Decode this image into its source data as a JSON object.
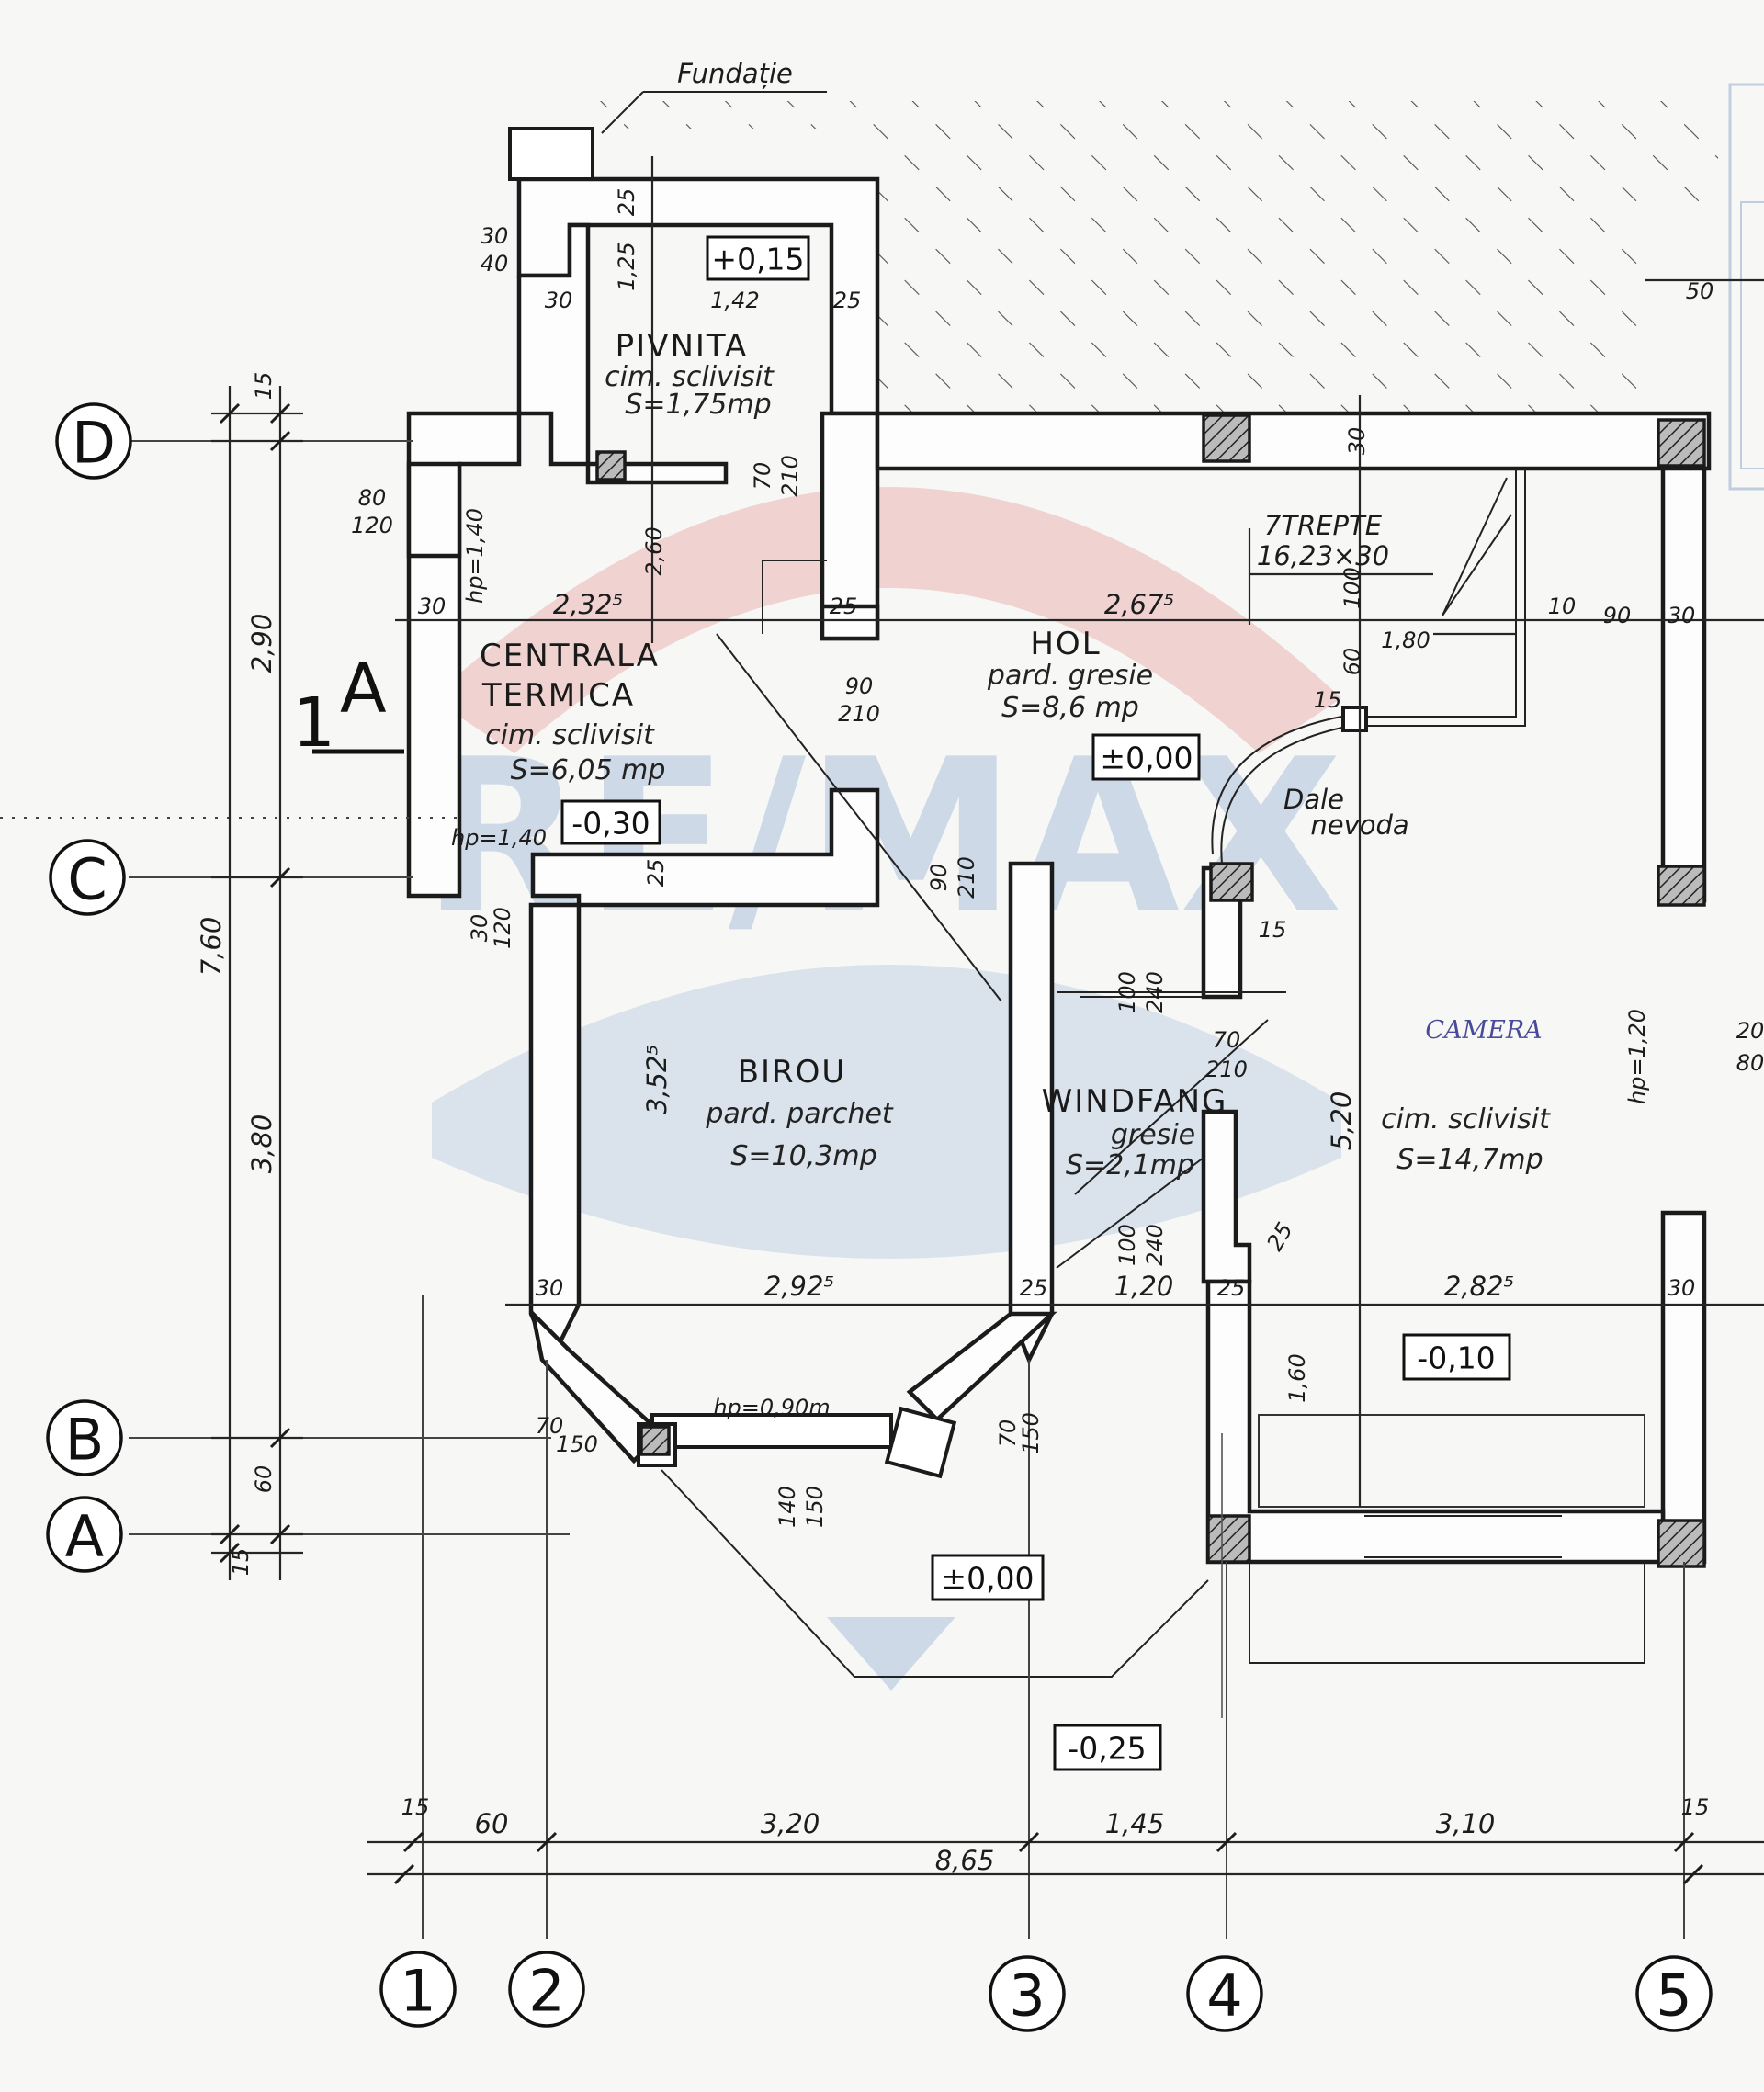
{
  "plan": {
    "title_label": "Fundație",
    "section_mark": "1A",
    "section_digit": "1",
    "section_letter": "A"
  },
  "watermark": {
    "text": "RE/MAX",
    "color_red": "#d9534f",
    "color_blue": "#3f6fb5"
  },
  "axes": {
    "rows": [
      "D",
      "C",
      "B",
      "A"
    ],
    "columns": [
      "1",
      "2",
      "3",
      "4",
      "5"
    ]
  },
  "rooms": [
    {
      "id": "pivnita",
      "name": "PIVNITA",
      "finish": "cim. sclivisit",
      "area": "S=1,75mp"
    },
    {
      "id": "centrala",
      "name_line1": "CENTRALA",
      "name_line2": "TERMICA",
      "finish": "cim. sclivisit",
      "area": "S=6,05 mp"
    },
    {
      "id": "hol",
      "name": "HOL",
      "finish": "pard. gresie",
      "area": "S=8,6 mp"
    },
    {
      "id": "birou",
      "name": "BIROU",
      "finish": "pard. parchet",
      "area": "S=10,3mp"
    },
    {
      "id": "windfang",
      "name": "WINDFANG",
      "finish": "gresie",
      "area": "S=2,1mp"
    },
    {
      "id": "camera",
      "name": "CAMERA",
      "finish": "cim. sclivisit",
      "area": "S=14,7mp"
    }
  ],
  "levels": [
    "+0,15",
    "-0,30",
    "±0,00",
    "-0,10",
    "±0,00",
    "-0,25"
  ],
  "notes": {
    "stairs_line1": "7TREPTE",
    "stairs_line2": "16,23×30",
    "dale": "Dale",
    "nevoda": "nevoda",
    "hp_090": "hp=0,90m",
    "hp_140a": "hp=1,40",
    "hp_140b": "hp=1,40",
    "hp_120": "hp=1,20"
  },
  "dims_vertical_left": [
    "15",
    "2,90",
    "7,60",
    "3,80",
    "60",
    "15"
  ],
  "dims_bottom": [
    "15",
    "60",
    "3,20",
    "1,45",
    "3,10",
    "15",
    "8,65"
  ],
  "dims_inner": {
    "d25_top": "25",
    "d125": "1,25",
    "d30a": "30",
    "d142": "1,42",
    "d25b": "25",
    "d50": "50",
    "d30_40_n": "30",
    "d30_40_d": "40",
    "d80_120_n": "80",
    "d80_120_d": "120",
    "d30c": "30",
    "d232": "2,32⁵",
    "d260": "2,60",
    "d25c": "25",
    "d267": "2,67⁵",
    "d70_210_n": "70",
    "d70_210_d": "210",
    "d90_210_n": "90",
    "d90_210_d": "210",
    "d30_door": "30",
    "d100": "100",
    "d60": "60",
    "d180": "1,80",
    "d10": "10",
    "d90": "90",
    "d30e": "30",
    "d15a": "15",
    "d25d": "25",
    "d30_120_n": "30",
    "d30_120_d": "120",
    "d90_210b_n": "90",
    "d90_210b_d": "210",
    "d15b": "15",
    "d100_240_n": "100",
    "d100_240_d": "240",
    "d70_210b_n": "70",
    "d70_210b_d": "210",
    "d352": "3,52⁵",
    "d520": "5,20",
    "d100_240b_n": "100",
    "d100_240b_d": "240",
    "d25e": "25",
    "d30f": "30",
    "d292": "2,92⁵",
    "d25f": "25",
    "d120": "1,20",
    "d25g": "25",
    "d282": "2,82⁵",
    "d30g": "30",
    "d160": "1,60",
    "d70_150_n": "70",
    "d70_150_d": "150",
    "d70_150b_n": "70",
    "d70_150b_d": "150",
    "d140_150_n": "140",
    "d140_150_d": "150",
    "d20_80_n": "20",
    "d20_80_d": "80",
    "d30_top": "30"
  }
}
